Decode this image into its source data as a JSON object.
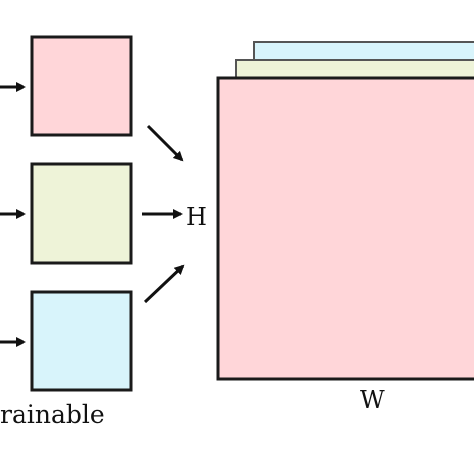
{
  "labels": {
    "trainable": "rainable",
    "height": "H",
    "width": "W"
  },
  "colors": {
    "pink": "#ffd6d9",
    "green": "#eef3d8",
    "blue": "#d8f4fb",
    "stroke": "#1a1a1a"
  }
}
